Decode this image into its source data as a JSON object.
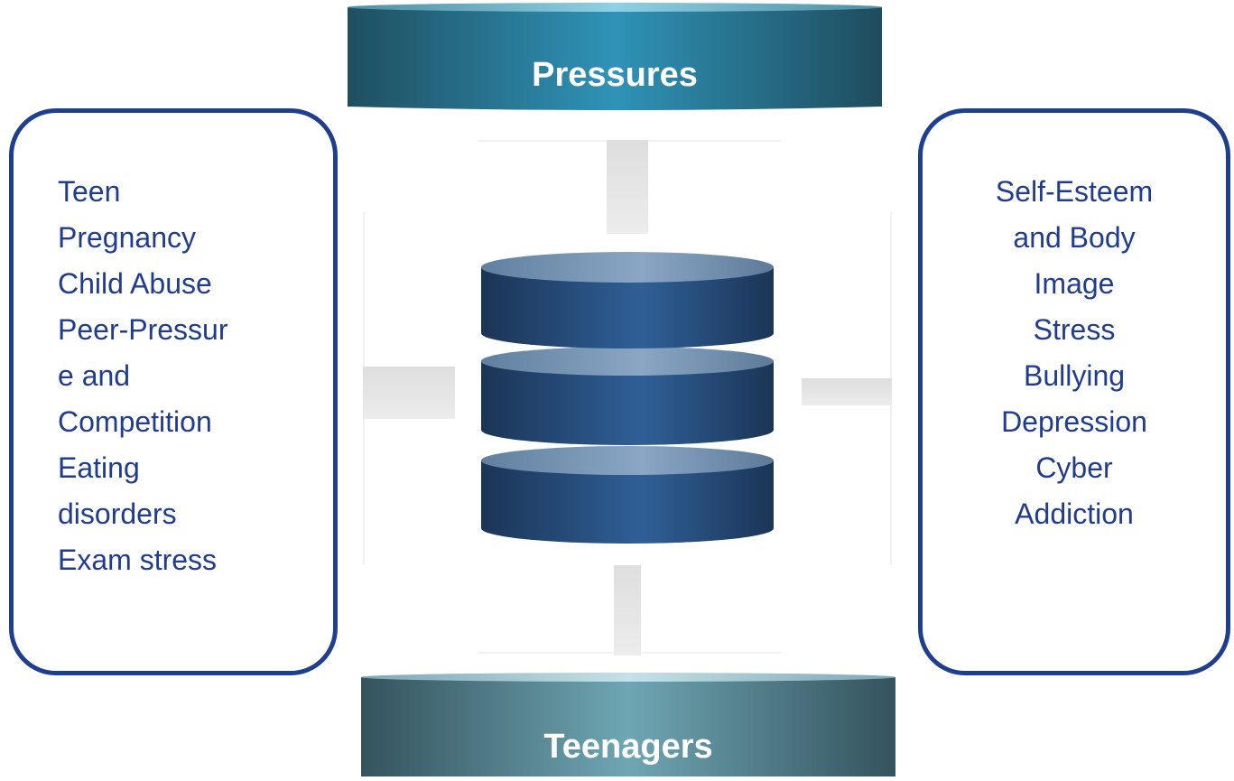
{
  "top_banner": {
    "label": "Pressures"
  },
  "bottom_banner": {
    "label": "Teenagers"
  },
  "left_card": {
    "lines": [
      "Teen",
      "Pregnancy",
      "Child Abuse",
      "Peer-Pressur",
      "e and",
      "Competition",
      "Eating",
      "disorders",
      "Exam stress"
    ]
  },
  "right_card": {
    "lines": [
      "Self-Esteem",
      "and Body",
      "Image",
      "Stress",
      "Bullying",
      "Depression",
      "Cyber",
      "Addiction"
    ]
  },
  "colors": {
    "card_border": "#1e3f8f",
    "card_text": "#1f3c91",
    "top_banner": "#2d8db0",
    "bottom_banner": "#5f96a3",
    "database": "#2c5a93"
  }
}
